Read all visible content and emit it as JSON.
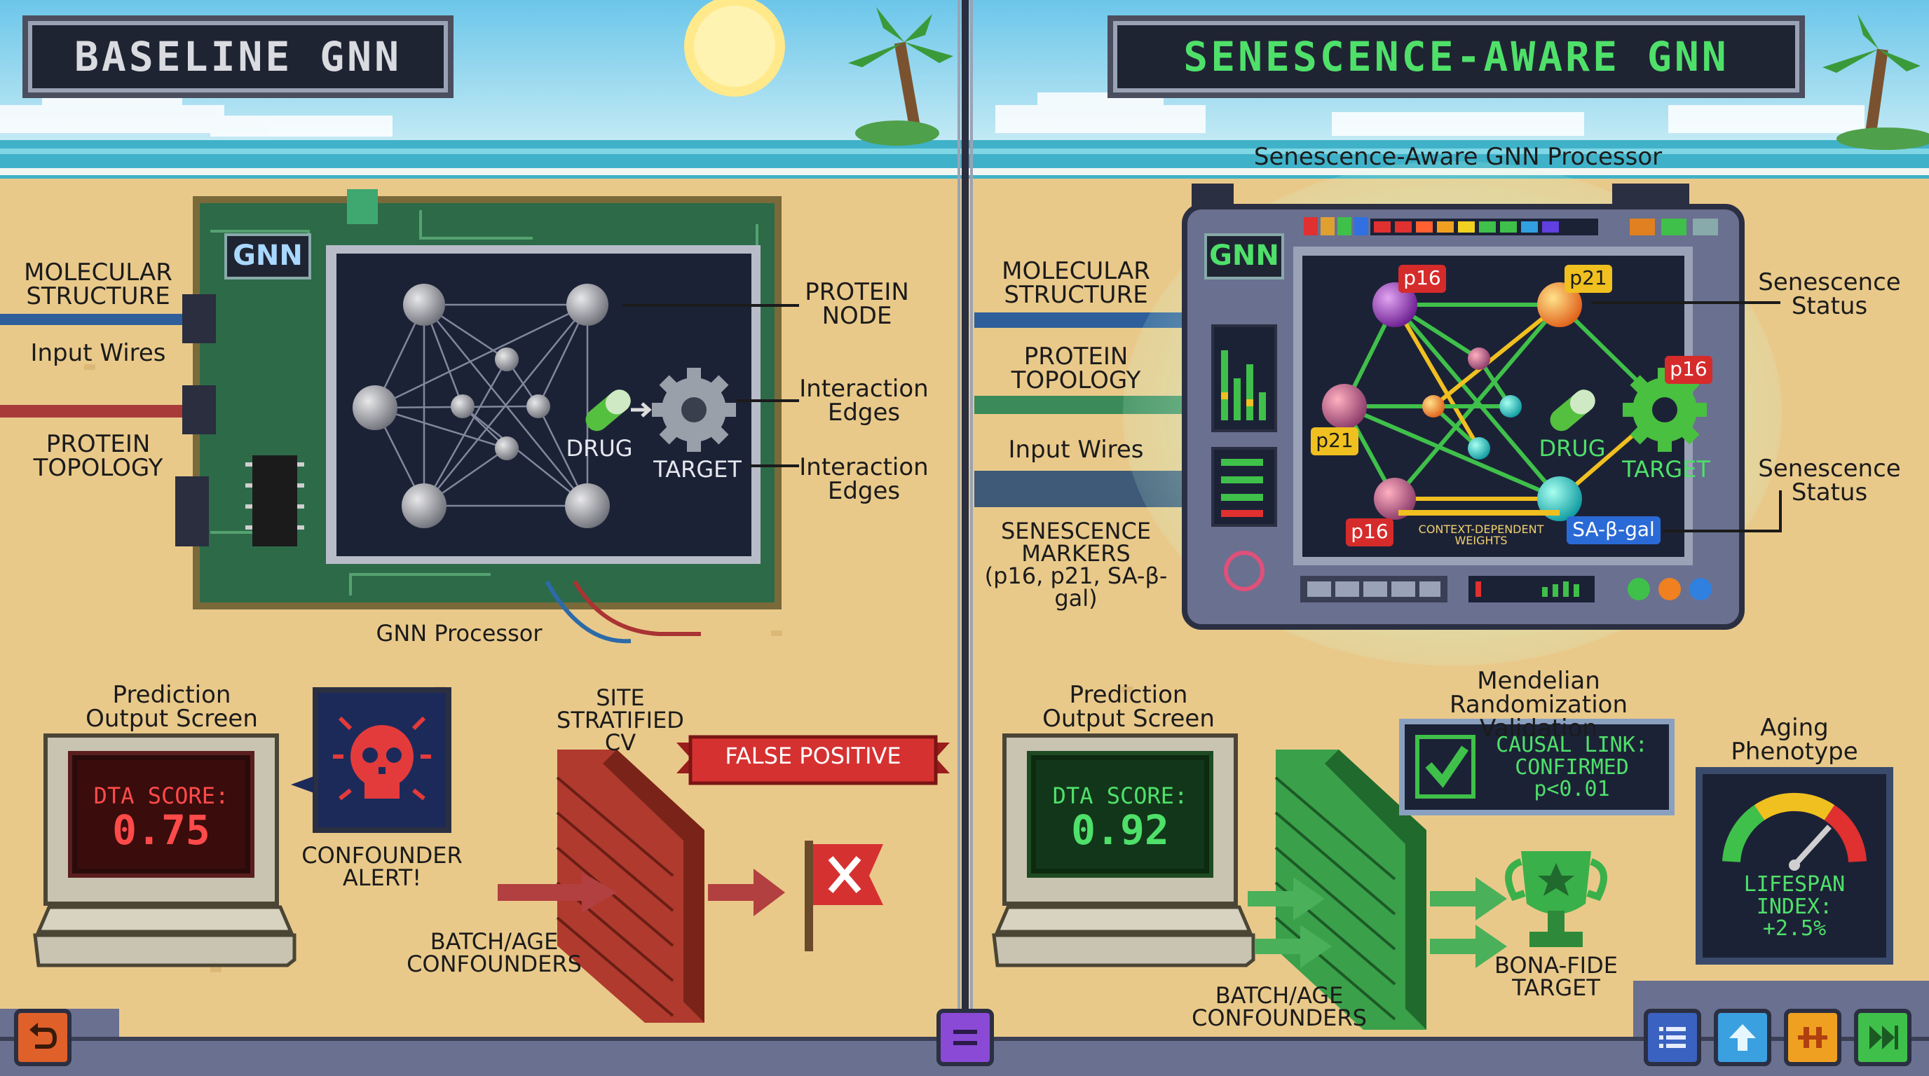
{
  "left": {
    "title": "BASELINE GNN",
    "inputs": {
      "molecular": "MOLECULAR\nSTRUCTURE",
      "wires": "Input Wires",
      "topology": "PROTEIN\nTOPOLOGY"
    },
    "processor_chip": "GNN",
    "processor_label": "GNN Processor",
    "callouts": {
      "protein_node": "PROTEIN\nNODE",
      "edges1": "Interaction\nEdges",
      "edges2": "Interaction\nEdges"
    },
    "drug": "DRUG",
    "target": "TARGET",
    "prediction_label": "Prediction\nOutput Screen",
    "dta_title": "DTA SCORE:",
    "dta_value": "0.75",
    "alert": "CONFOUNDER\nALERT!",
    "site_cv": "SITE\nSTRATIFIED\nCV",
    "false_positive": "FALSE POSITIVE",
    "confounders": "BATCH/AGE\nCONFOUNDERS"
  },
  "right": {
    "title": "SENESCENCE-AWARE GNN",
    "processor_label": "Senescence-Aware GNN Processor",
    "processor_chip": "GNN",
    "inputs": {
      "molecular": "MOLECULAR\nSTRUCTURE",
      "topology": "PROTEIN\nTOPOLOGY",
      "wires": "Input Wires",
      "markers": "SENESCENCE\nMARKERS\n(p16, p21, SA-β-gal)"
    },
    "tags": {
      "p16_top": "p16",
      "p21_top": "p21",
      "p16_right": "p16",
      "p21_left": "p21",
      "p16_bottom": "p16",
      "sabgal": "SA-β-gal"
    },
    "context_weights": "CONTEXT-DEPENDENT\nWEIGHTS",
    "drug": "DRUG",
    "target": "TARGET",
    "status1": "Senescence\nStatus",
    "status2": "Senescence\nStatus",
    "prediction_label": "Prediction\nOutput Screen",
    "dta_title": "DTA SCORE:",
    "dta_value": "0.92",
    "mr_label": "Mendelian Randomization\nValidation",
    "causal": "CAUSAL LINK:\nCONFIRMED\np<0.01",
    "aging_label": "Aging\nPhenotype",
    "lifespan": "LIFESPAN\nINDEX:\n+2.5%",
    "bona_fide": "BONA-FIDE\nTARGET",
    "confounders": "BATCH/AGE\nCONFOUNDERS"
  },
  "controls": {
    "back_icon": "undo-arrow-icon",
    "center_icon": "menu-bars-icon",
    "list_icon": "list-icon",
    "up_icon": "up-arrow-icon",
    "pause_icon": "pause-icon",
    "forward_icon": "fast-forward-icon"
  },
  "colors": {
    "sand": "#e9c98a",
    "sky": "#8fd3ec",
    "sea": "#3fb2c9",
    "screen_dark": "#1c2236",
    "red_alert": "#c8262b",
    "green_ok": "#3cc84a",
    "title_green": "#4fe06a",
    "title_grey": "#d9dbe0"
  }
}
